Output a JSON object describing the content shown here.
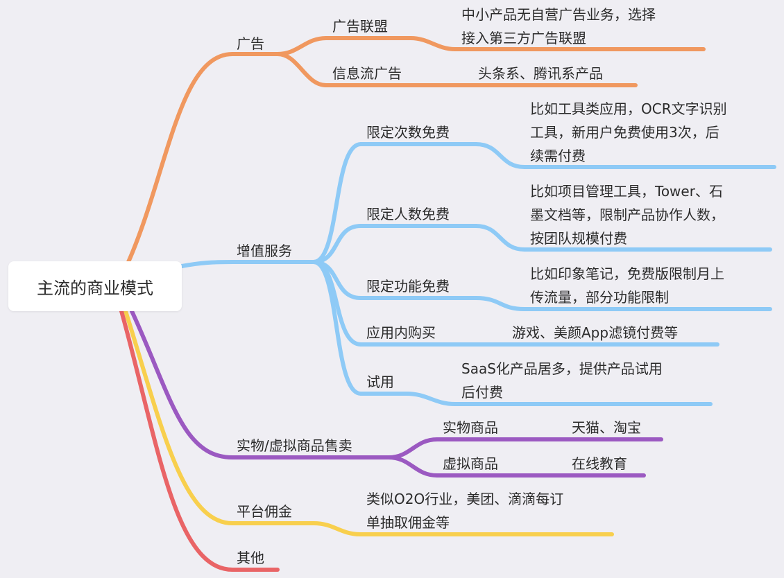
{
  "colors": {
    "background": "#efeef3",
    "ad": "#f0985f",
    "value_added": "#8ecaf6",
    "goods": "#9b59c1",
    "platform": "#f8cf4d",
    "other": "#e96466"
  },
  "root": {
    "label": "主流的商业模式"
  },
  "branches": {
    "ad": {
      "label": "广告",
      "alliance": {
        "label": "广告联盟",
        "desc": [
          "中小产品无自营广告业务，选择",
          "接入第三方广告联盟"
        ]
      },
      "feed": {
        "label": "信息流广告",
        "desc": [
          "头条系、腾讯系产品"
        ]
      }
    },
    "value_added": {
      "label": "增值服务",
      "limited_times": {
        "label": "限定次数免费",
        "desc": [
          "比如工具类应用，OCR文字识别",
          "工具，新用户免费使用3次，后",
          "续需付费"
        ]
      },
      "limited_users": {
        "label": "限定人数免费",
        "desc": [
          "比如项目管理工具，Tower、石",
          "墨文档等，限制产品协作人数，",
          "按团队规模付费"
        ]
      },
      "limited_features": {
        "label": "限定功能免费",
        "desc": [
          "比如印象笔记，免费版限制月上",
          "传流量，部分功能限制"
        ]
      },
      "iap": {
        "label": "应用内购买",
        "desc": [
          "游戏、美颜App滤镜付费等"
        ]
      },
      "trial": {
        "label": "试用",
        "desc": [
          "SaaS化产品居多，提供产品试用",
          "后付费"
        ]
      }
    },
    "goods": {
      "label": "实物/虚拟商品售卖",
      "physical": {
        "label": "实物商品",
        "desc": [
          "天猫、淘宝"
        ]
      },
      "virtual": {
        "label": "虚拟商品",
        "desc": [
          "在线教育"
        ]
      }
    },
    "platform": {
      "label": "平台佣金",
      "desc": [
        "类似O2O行业，美团、滴滴每订",
        "单抽取佣金等"
      ]
    },
    "other": {
      "label": "其他"
    }
  }
}
